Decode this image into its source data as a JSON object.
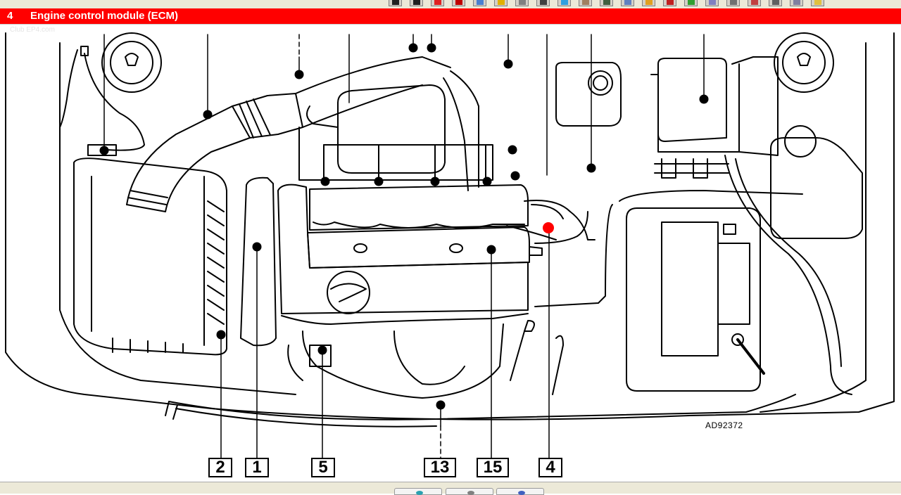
{
  "window": {
    "title_number": "4",
    "title": "Engine control module (ECM)",
    "watermark": "Club EP4.com",
    "title_color": "#ff0000"
  },
  "toolbar": {
    "buttons": [
      {
        "name": "n-icon",
        "color": "#202020"
      },
      {
        "name": "cursor-icon",
        "color": "#202020"
      },
      {
        "name": "warning-icon",
        "color": "#e02020"
      },
      {
        "name": "flag-icon",
        "color": "#c00000"
      },
      {
        "name": "document-icon",
        "color": "#4a7fd0"
      },
      {
        "name": "pencil-icon",
        "color": "#e0b000"
      },
      {
        "name": "link-icon",
        "color": "#808080"
      },
      {
        "name": "eye-icon",
        "color": "#404040"
      },
      {
        "name": "bookmark-icon",
        "color": "#30a0e0"
      },
      {
        "name": "box-icon",
        "color": "#a08060"
      },
      {
        "name": "save-icon",
        "color": "#406040"
      },
      {
        "name": "grid-icon",
        "color": "#6080c0"
      },
      {
        "name": "tag-icon",
        "color": "#e0a020"
      },
      {
        "name": "car-icon",
        "color": "#c02020"
      },
      {
        "name": "chart-icon",
        "color": "#30a030"
      },
      {
        "name": "folder-icon",
        "color": "#8080c0"
      },
      {
        "name": "tools-icon",
        "color": "#707070"
      },
      {
        "name": "print-icon",
        "color": "#c04040"
      },
      {
        "name": "export-icon",
        "color": "#606060"
      },
      {
        "name": "list-icon",
        "color": "#8080a0"
      },
      {
        "name": "help-icon",
        "color": "#e0c040"
      }
    ]
  },
  "diagram": {
    "reference_code": "AD92372",
    "callouts": [
      {
        "label": "2"
      },
      {
        "label": "1"
      },
      {
        "label": "5"
      },
      {
        "label": "13"
      },
      {
        "label": "15"
      },
      {
        "label": "4"
      }
    ],
    "highlight_color": "#ff0000"
  },
  "bottom_tabs": [
    {
      "name": "globe-icon",
      "color": "#2aa0b0"
    },
    {
      "name": "pen-icon",
      "color": "#808080"
    },
    {
      "name": "cursor-icon",
      "color": "#4060c0"
    }
  ]
}
